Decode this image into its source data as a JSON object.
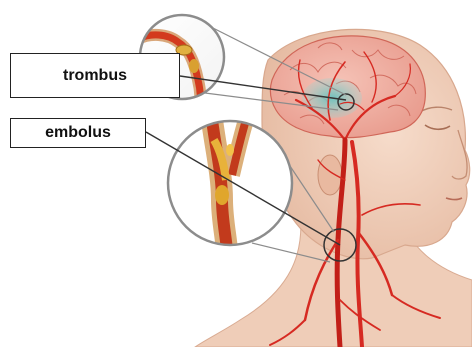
{
  "labels": {
    "thrombus": "trombus",
    "embolus": "embolus"
  },
  "colors": {
    "skin": "#f1d2bc",
    "skin_shadow": "#e2b49a",
    "brain": "#f2b3a6",
    "brain_line": "#d96a5d",
    "artery": "#d62a22",
    "artery_dark": "#a5170f",
    "ischemic_area": "#7fc6c2",
    "clot": "#d9a030",
    "callout_ring": "#8c8c8c",
    "leader_line": "#333333"
  },
  "icons": {
    "head": "human-head-profile",
    "brain": "brain",
    "magnifier_upper": "zoom-circle-thrombus",
    "magnifier_lower": "zoom-circle-embolus"
  }
}
